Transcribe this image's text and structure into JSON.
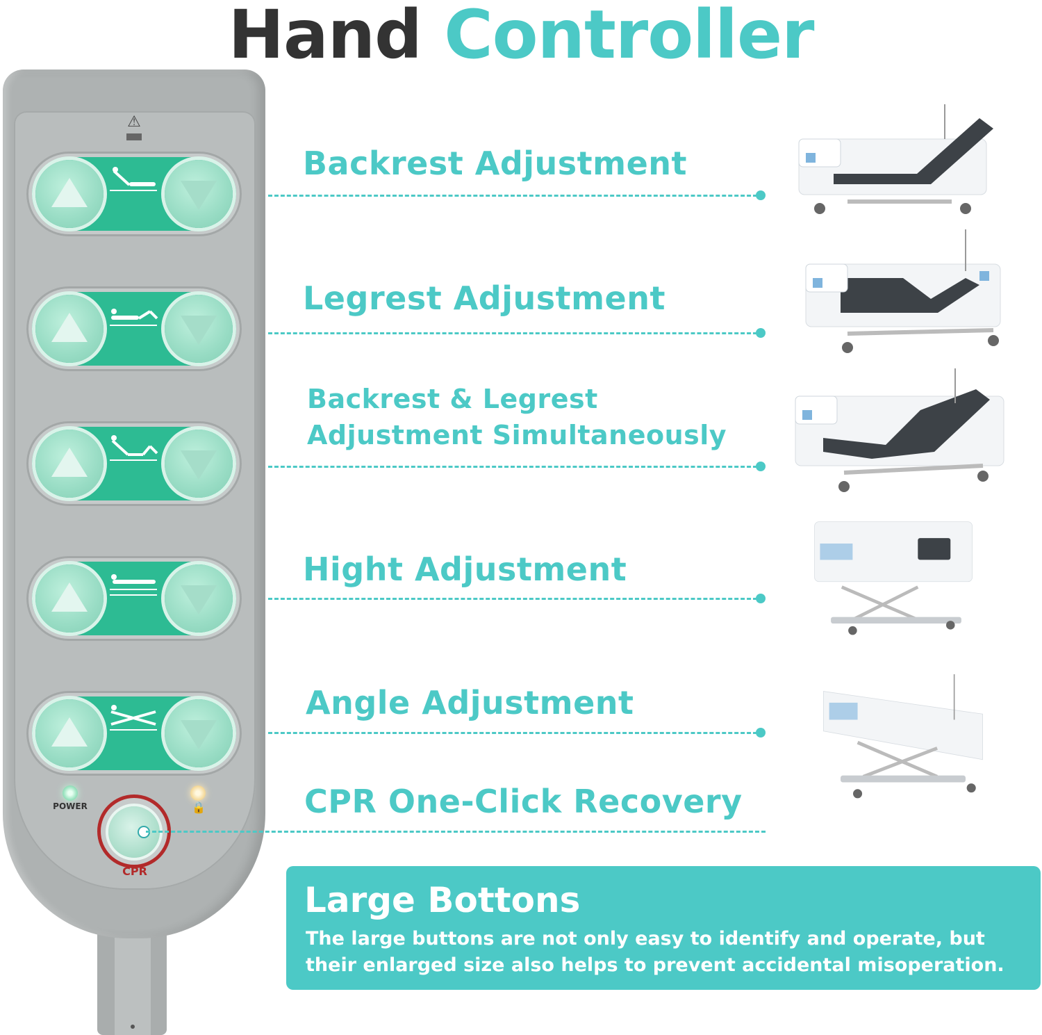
{
  "title": {
    "part1": "Hand",
    "part2": "Controller"
  },
  "controller": {
    "power_label": "POWER",
    "cpr_label": "CPR"
  },
  "features": [
    {
      "label": "Backrest Adjustment"
    },
    {
      "label": "Legrest Adjustment"
    },
    {
      "label_line1": "Backrest & Legrest",
      "label_line2": "Adjustment Simultaneously"
    },
    {
      "label": "Hight Adjustment"
    },
    {
      "label": "Angle Adjustment"
    },
    {
      "label": "CPR One-Click Recovery"
    }
  ],
  "info": {
    "title": "Large Bottons",
    "text": "The large buttons are not only easy to identify and operate, but their enlarged size also helps to prevent accidental misoperation."
  },
  "icons": [
    "warning-icon",
    "backrest-bed-icon",
    "legrest-bed-icon",
    "both-bed-icon",
    "height-bed-icon",
    "angle-bed-icon",
    "lock-icon"
  ],
  "colors": {
    "accent": "#4cc9c6",
    "dark": "#333333",
    "button_green": "#2dbb93",
    "cpr_red": "#b22a2a"
  }
}
